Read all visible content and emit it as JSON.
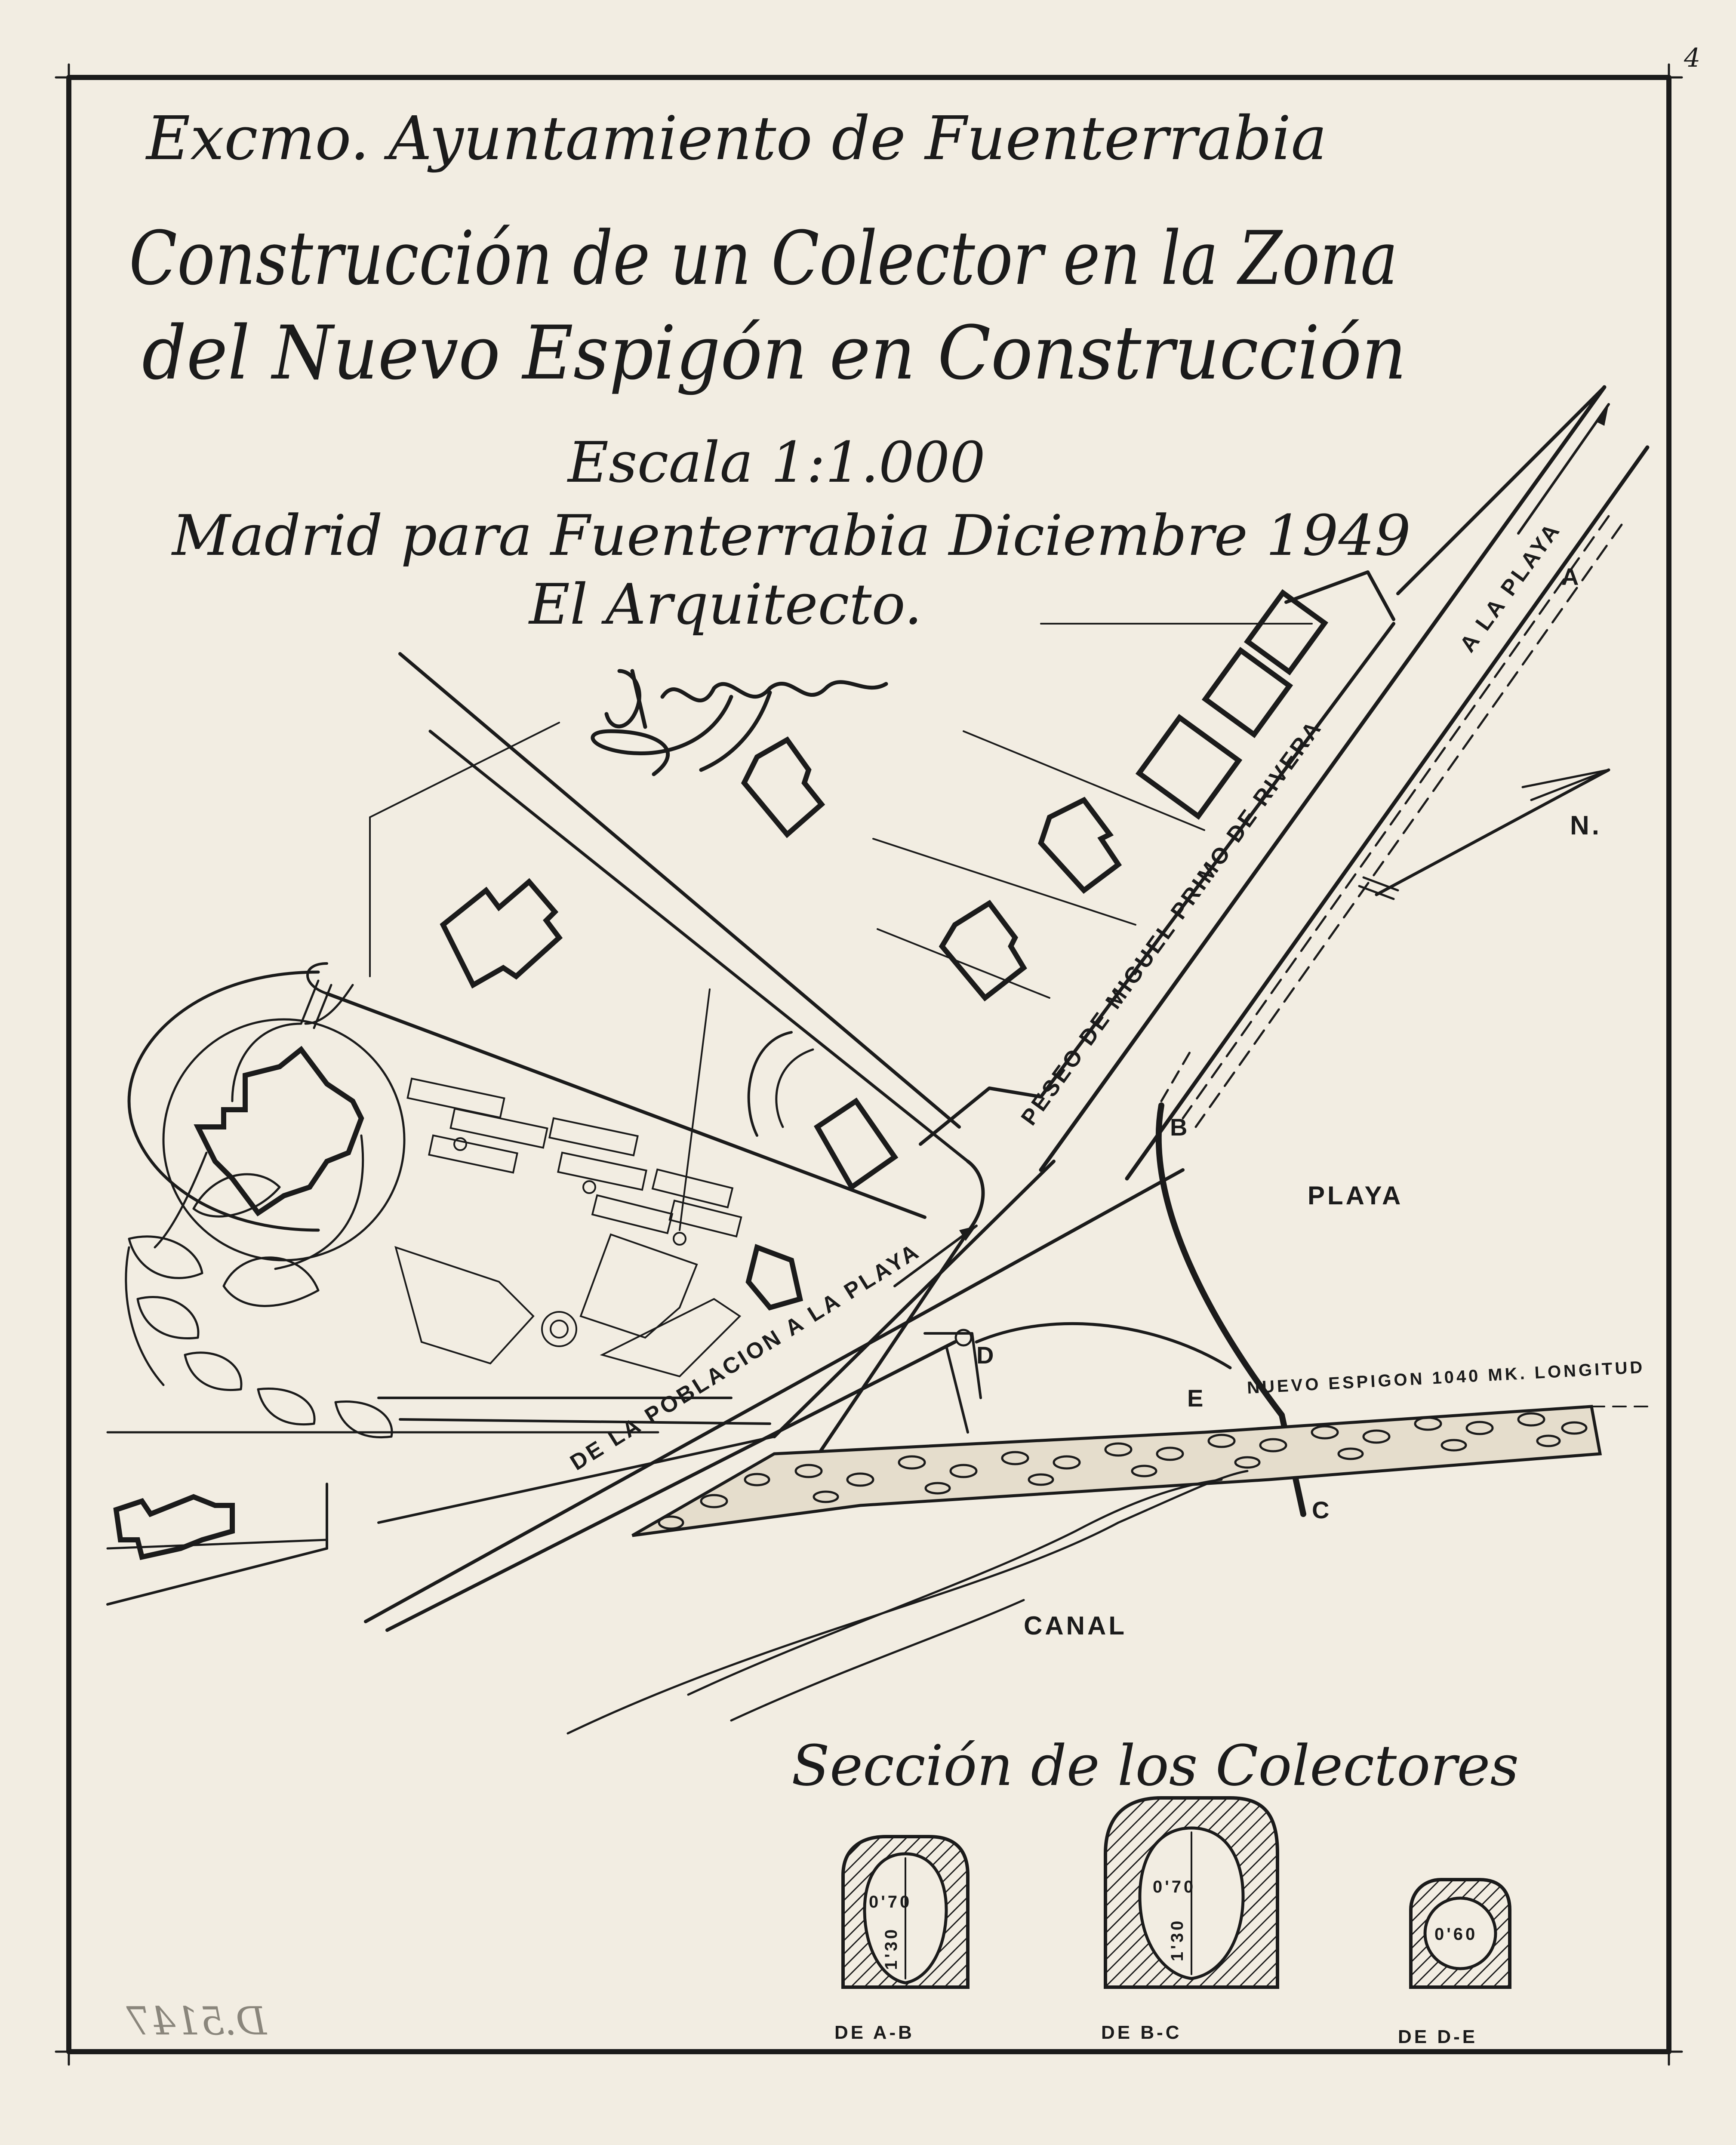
{
  "header": {
    "authority": "Excmo. Ayuntamiento de Fuenterrabia",
    "title_line1": "Construcción de un Colector en la Zona",
    "title_line2": "del Nuevo Espigón en Construcción",
    "scale": "Escala 1:1.000",
    "place_date": "Madrid para Fuenterrabia Diciembre 1949",
    "signatory_role": "El Arquitecto."
  },
  "sheet_number": "4",
  "map_labels": {
    "street_main": "PESEO DE MIGUEL PRIMO DE RIVERA",
    "to_beach_top": "A LA PLAYA",
    "to_beach_bottom": "DE LA POBLACION A LA PLAYA",
    "beach": "PLAYA",
    "canal": "CANAL",
    "jetty": "NUEVO ESPIGON 1040 MK. LONGITUD",
    "north": "N.",
    "point_a": "A",
    "point_b": "B",
    "point_c": "C",
    "point_d": "D",
    "point_e": "E"
  },
  "sections": {
    "title": "Sección de los Colectores",
    "items": [
      {
        "label": "DE A-B",
        "width": "0'70",
        "height": "1'30"
      },
      {
        "label": "DE B-C",
        "width": "0'70",
        "height": "1'30"
      },
      {
        "label": "DE D-E",
        "diameter": "0'60"
      }
    ]
  },
  "archive_stamp": "D.5147"
}
